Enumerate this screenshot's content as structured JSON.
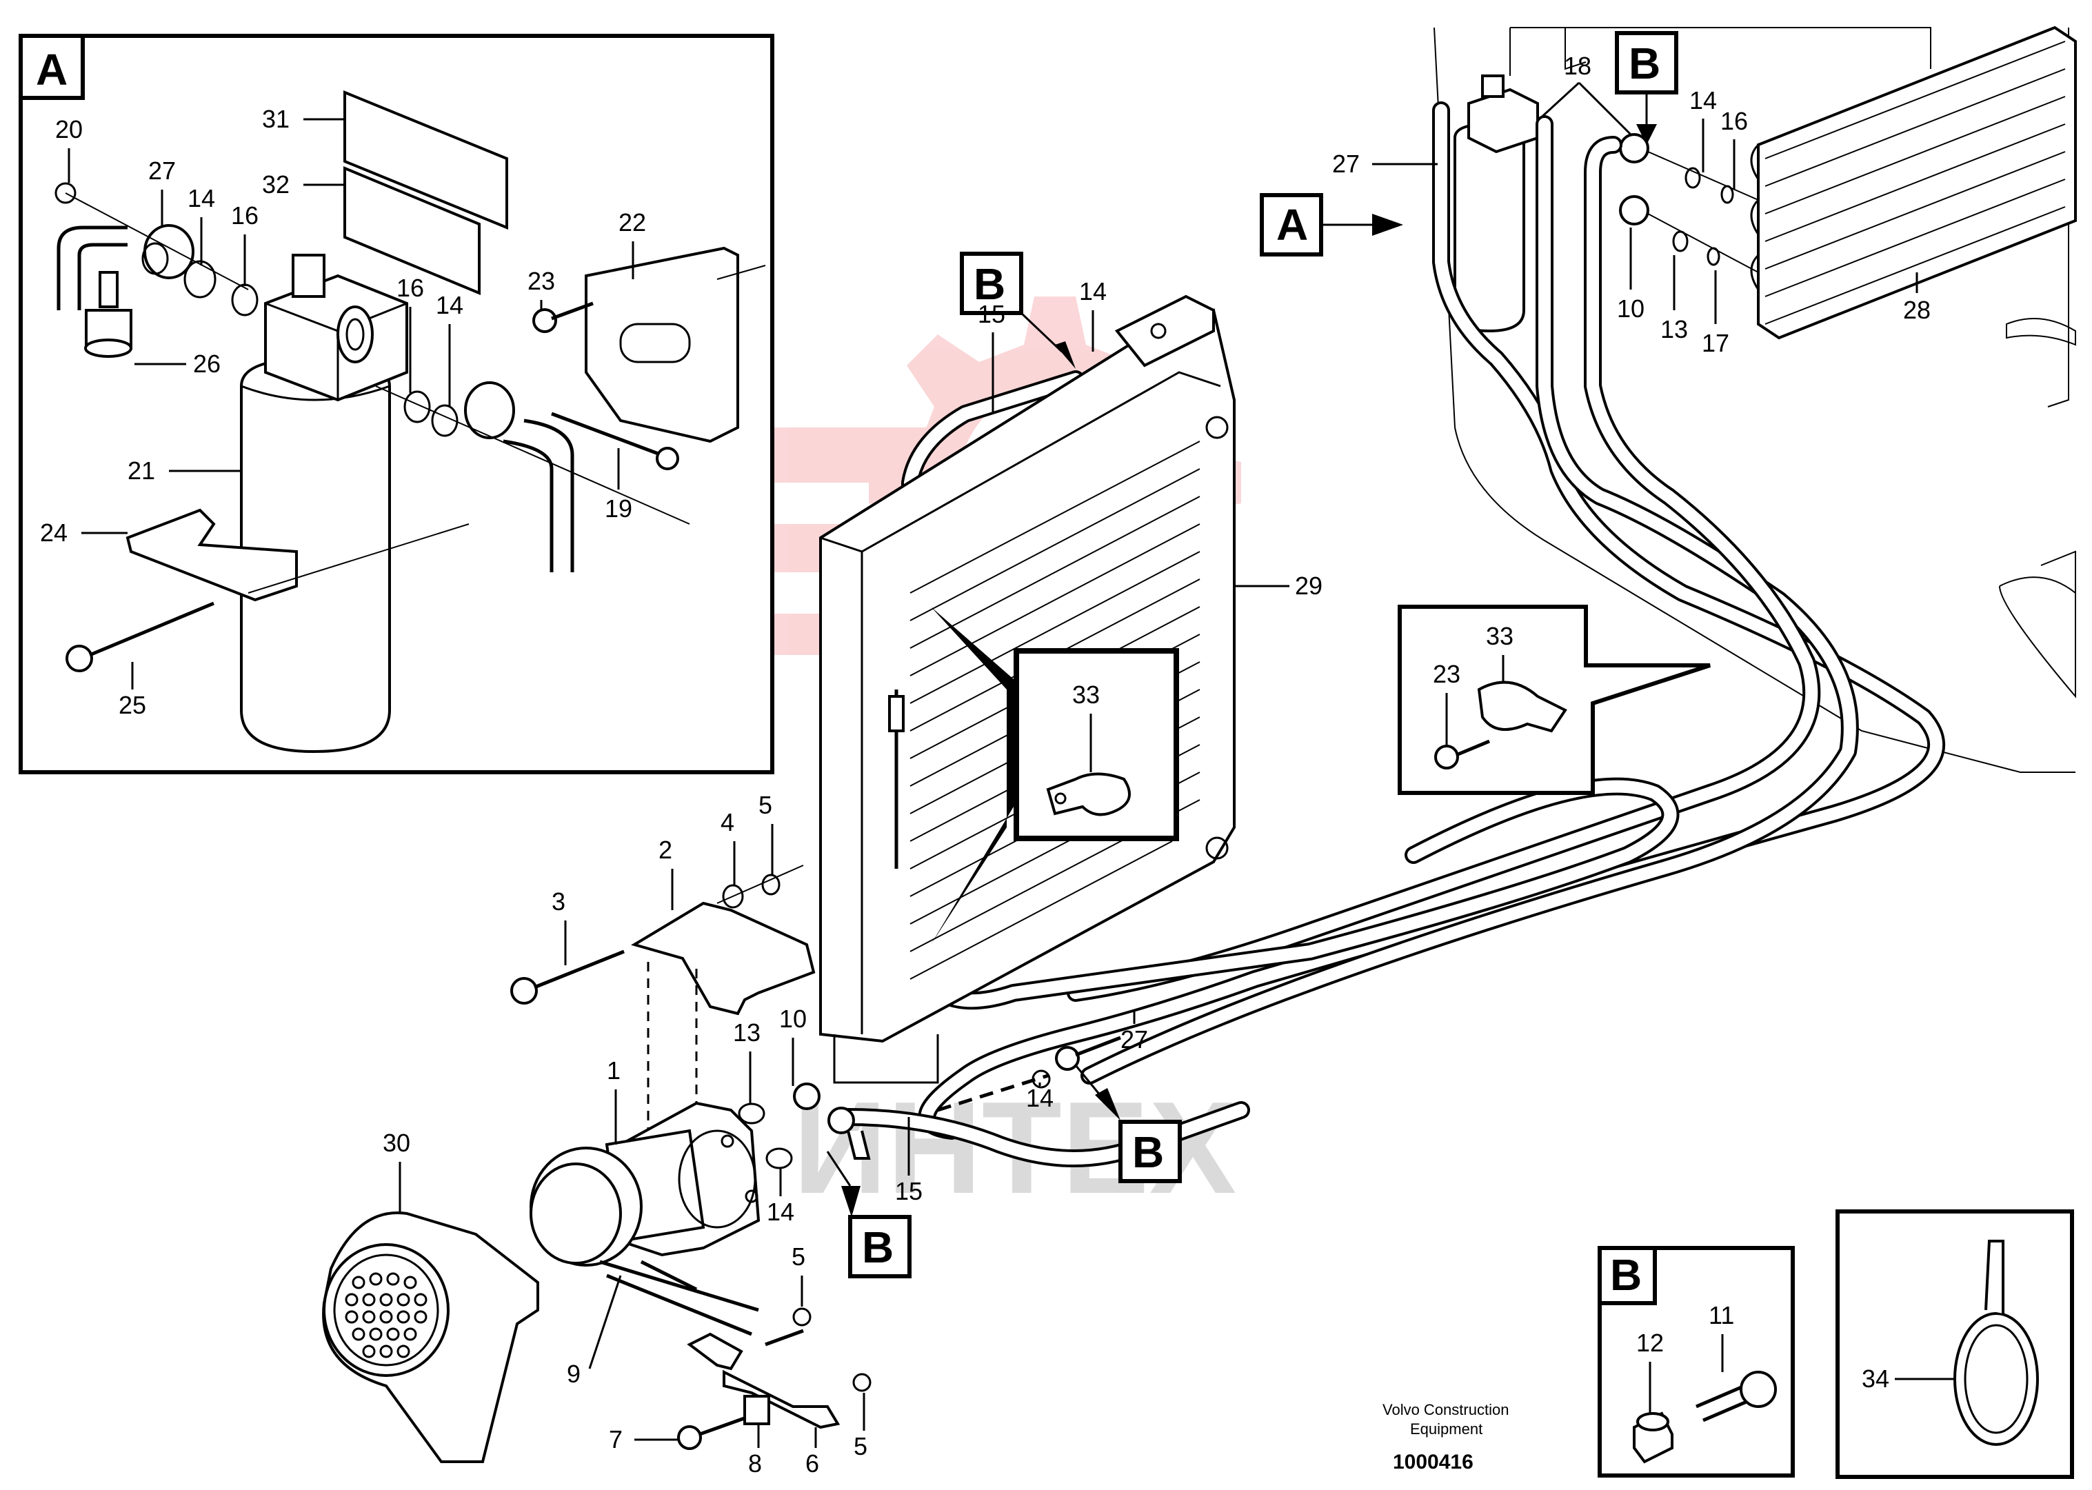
{
  "section_labels": {
    "a_inset": "A",
    "a_arrow": "A",
    "b_inset": "B",
    "b_top_left": "B",
    "b_top_right": "B",
    "b_bottom_center": "B",
    "b_bottom_right": "B"
  },
  "inset_a_callouts": {
    "n20": "20",
    "n27": "27",
    "n14": "14",
    "n16": "16",
    "n31": "31",
    "n32": "32",
    "n22": "22",
    "n23": "23",
    "n16b": "16",
    "n14b": "14",
    "n26": "26",
    "n21": "21",
    "n24": "24",
    "n19": "19",
    "n25": "25"
  },
  "top_right_callouts": {
    "n18": "18",
    "n27": "27",
    "n14": "14",
    "n16": "16",
    "n10": "10",
    "n13": "13",
    "n17": "17",
    "n28": "28"
  },
  "condenser_callouts": {
    "n14": "14",
    "n15": "15",
    "n29": "29",
    "n33": "33",
    "n33b": "33",
    "n23": "23"
  },
  "lower_callouts": {
    "n3": "3",
    "n2": "2",
    "n4": "4",
    "n5": "5",
    "n13": "13",
    "n10": "10",
    "n1": "1",
    "n27": "27",
    "n14": "14",
    "n14b": "14",
    "n15": "15",
    "n30": "30",
    "n9": "9",
    "n5b": "5",
    "n7": "7",
    "n8": "8",
    "n6": "6",
    "n5c": "5"
  },
  "inset_b_callouts": {
    "n12": "12",
    "n11": "11"
  },
  "inset_34_callout": "34",
  "footer": {
    "company_line1": "Volvo Construction",
    "company_line2": "Equipment",
    "drawing_number": "1000416"
  },
  "watermark": "ИНТЕХ"
}
